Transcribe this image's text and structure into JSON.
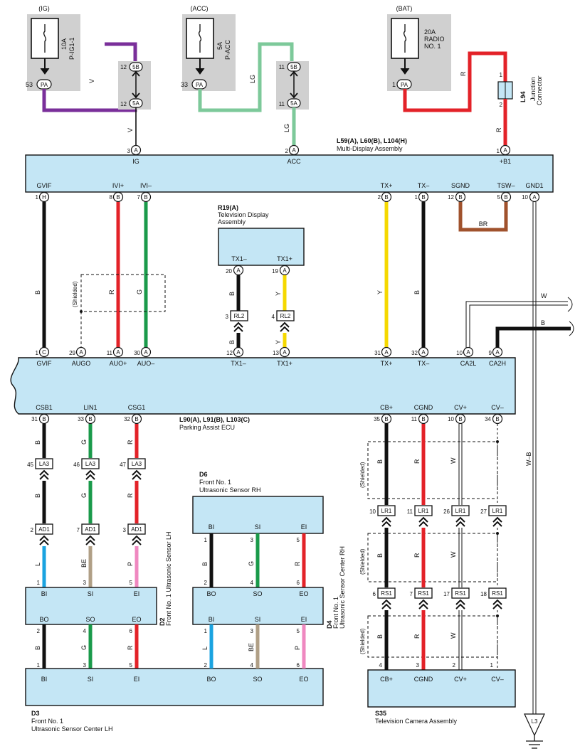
{
  "fuses": {
    "ig": {
      "source": "(IG)",
      "rating": "10A",
      "name": "P-IG1-1",
      "pin_no": "53",
      "pin": "PA"
    },
    "acc": {
      "source": "(ACC)",
      "rating": "5A",
      "name": "P-ACC",
      "pin_no": "33",
      "pin": "PA"
    },
    "bat": {
      "source": "(BAT)",
      "rating": "20A",
      "name": "RADIO",
      "name2": "NO. 1",
      "pin_no": "1",
      "pin": "PA"
    }
  },
  "junction": {
    "id": "L94",
    "label1": "Junction",
    "label2": "Connector",
    "pin_top": "1",
    "pin_bottom": "2"
  },
  "mda": {
    "title": "L59(A), L60(B), L104(H)",
    "subtitle": "Multi-Display Assembly",
    "top_pins": [
      {
        "no": "3",
        "pin": "A",
        "label": "IG"
      },
      {
        "no": "2",
        "pin": "A",
        "label": "ACC"
      },
      {
        "no": "1",
        "pin": "A",
        "label": "+B1"
      }
    ],
    "bottom_pins": [
      {
        "no": "1",
        "pin": "H",
        "label": "GVIF"
      },
      {
        "no": "8",
        "pin": "B",
        "label": "IVI+"
      },
      {
        "no": "7",
        "pin": "B",
        "label": "IVI–"
      },
      {
        "no": "2",
        "pin": "B",
        "label": "TX+"
      },
      {
        "no": "1",
        "pin": "B",
        "label": "TX–"
      },
      {
        "no": "12",
        "pin": "B",
        "label": "SGND"
      },
      {
        "no": "5",
        "pin": "B",
        "label": "TSW–"
      },
      {
        "no": "10",
        "pin": "A",
        "label": "GND1"
      }
    ]
  },
  "tvd": {
    "id": "R19(A)",
    "label1": "Television Display",
    "label2": "Assembly",
    "pin_left": "TX1–",
    "pin_right": "TX1+",
    "no_left": "20",
    "no_right": "19",
    "pin": "A"
  },
  "rl2": [
    {
      "no": "3",
      "name": "RL2"
    },
    {
      "no": "4",
      "name": "RL2"
    }
  ],
  "ecu": {
    "title": "L90(A), L91(B), L103(C)",
    "subtitle": "Parking Assist ECU",
    "top_pins": [
      {
        "no": "1",
        "pin": "C",
        "label": "GVIF"
      },
      {
        "no": "29",
        "pin": "A",
        "label": "AUGO"
      },
      {
        "no": "11",
        "pin": "A",
        "label": "AUO+"
      },
      {
        "no": "30",
        "pin": "A",
        "label": "AUO–"
      },
      {
        "no": "12",
        "pin": "A",
        "label": "TX1–"
      },
      {
        "no": "13",
        "pin": "A",
        "label": "TX1+"
      },
      {
        "no": "31",
        "pin": "A",
        "label": "TX+"
      },
      {
        "no": "32",
        "pin": "A",
        "label": "TX–"
      },
      {
        "no": "10",
        "pin": "A",
        "label": "CA2L"
      },
      {
        "no": "9",
        "pin": "A",
        "label": "CA2H"
      }
    ],
    "bottom_pins": [
      {
        "no": "31",
        "pin": "B",
        "label": "CSB1"
      },
      {
        "no": "33",
        "pin": "B",
        "label": "LIN1"
      },
      {
        "no": "32",
        "pin": "B",
        "label": "CSG1"
      },
      {
        "no": "35",
        "pin": "B",
        "label": "CB+"
      },
      {
        "no": "11",
        "pin": "B",
        "label": "CGND"
      },
      {
        "no": "10",
        "pin": "B",
        "label": "CV+"
      },
      {
        "no": "34",
        "pin": "B",
        "label": "CV–"
      }
    ]
  },
  "wire_labels": {
    "v": "V",
    "lg": "LG",
    "r": "R",
    "b": "B",
    "g": "G",
    "y": "Y",
    "br": "BR",
    "w": "W",
    "l": "L",
    "be": "BE",
    "p": "P",
    "wb": "W–B"
  },
  "shielded": "(Shielded)",
  "connectors": {
    "la3": [
      {
        "no": "45",
        "name": "LA3"
      },
      {
        "no": "46",
        "name": "LA3"
      },
      {
        "no": "47",
        "name": "LA3"
      }
    ],
    "ad1": [
      {
        "no": "2",
        "name": "AD1"
      },
      {
        "no": "7",
        "name": "AD1"
      },
      {
        "no": "3",
        "name": "AD1"
      }
    ],
    "lr1": [
      {
        "no": "10",
        "name": "LR1"
      },
      {
        "no": "11",
        "name": "LR1"
      },
      {
        "no": "26",
        "name": "LR1"
      },
      {
        "no": "27",
        "name": "LR1"
      }
    ],
    "rs1": [
      {
        "no": "6",
        "name": "RS1"
      },
      {
        "no": "7",
        "name": "RS1"
      },
      {
        "no": "17",
        "name": "RS1"
      },
      {
        "no": "18",
        "name": "RS1"
      }
    ]
  },
  "d2": {
    "id": "D2",
    "label": "Front No. 1 Ultrasonic Sensor LH",
    "top": [
      "BI",
      "SI",
      "EI"
    ],
    "bottom": [
      "BO",
      "SO",
      "EO"
    ],
    "top_nos": [
      "1",
      "3",
      "5"
    ],
    "bottom_nos": [
      "2",
      "4",
      "6"
    ]
  },
  "d3": {
    "id": "D3",
    "label1": "Front No. 1",
    "label2": "Ultrasonic Sensor Center LH",
    "pins": [
      "BI",
      "SI",
      "EI"
    ],
    "nos": [
      "1",
      "3",
      "5"
    ]
  },
  "d6": {
    "id": "D6",
    "label1": "Front No. 1",
    "label2": "Ultrasonic Sensor RH",
    "pins": [
      "BI",
      "SI",
      "EI"
    ],
    "nos": [
      "1",
      "3",
      "5"
    ]
  },
  "d4": {
    "id": "D4",
    "label1": "Front No. 1",
    "label2": "Ultrasonic Sensor Center RH",
    "top": [
      "BO",
      "SO",
      "EO"
    ],
    "bottom": [
      "BI",
      "SI",
      "EI"
    ],
    "top_nos": [
      "2",
      "4",
      "6"
    ],
    "bottom_top_nos": [
      "1",
      "3",
      "5"
    ],
    "bottom_nos": [
      "2",
      "4",
      "6"
    ],
    "bottom2": [
      "BO",
      "SO",
      "EO"
    ]
  },
  "s35": {
    "id": "S35",
    "label": "Television Camera Assembly",
    "pins": [
      "CB+",
      "CGND",
      "CV+",
      "CV–"
    ],
    "nos": [
      "4",
      "3",
      "2",
      "1"
    ]
  },
  "ground": {
    "id": "L3"
  }
}
